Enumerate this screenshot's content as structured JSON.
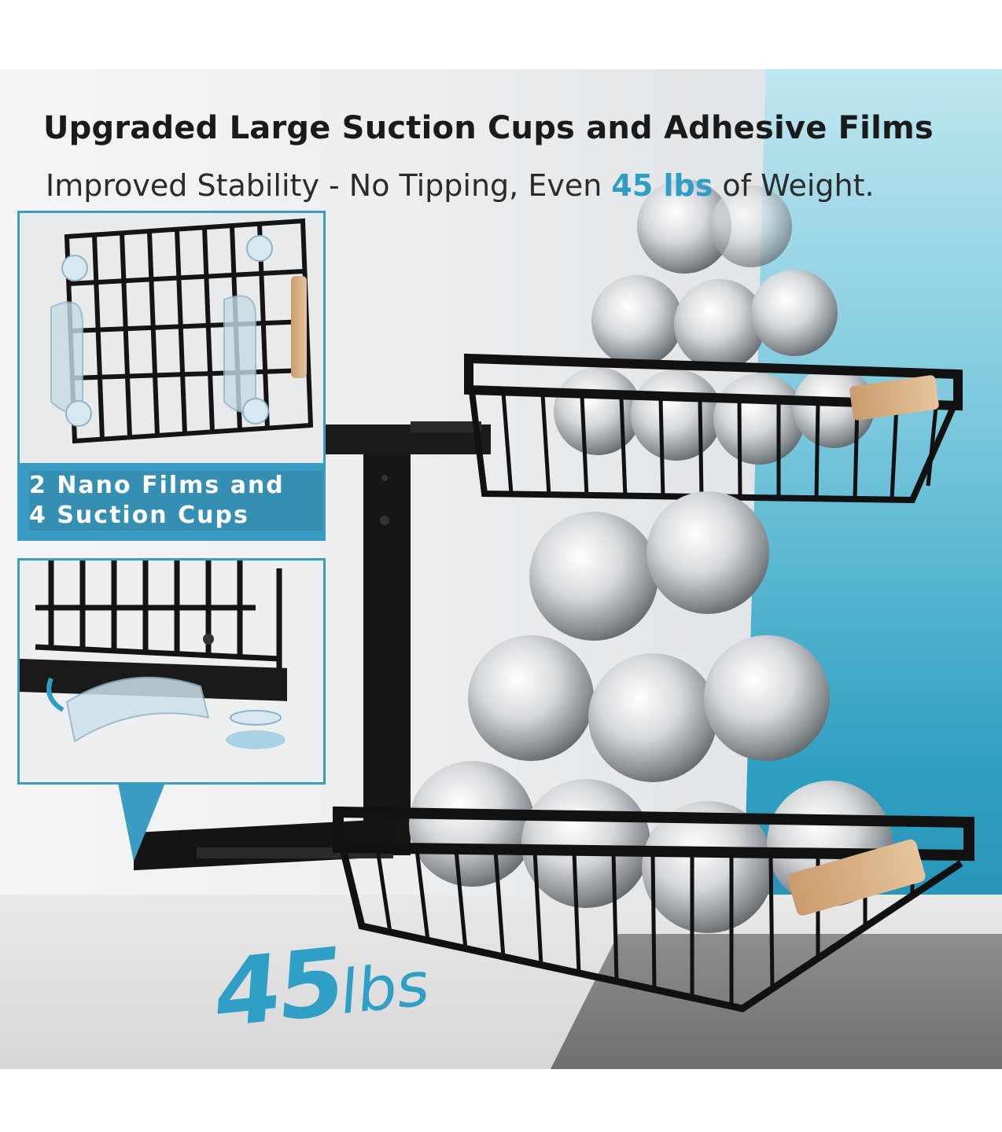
{
  "headline": "Upgraded Large Suction Cups and Adhesive Films",
  "subline": {
    "before": "Improved Stability - No Tipping, Even ",
    "accent": "45 lbs",
    "after": " of Weight."
  },
  "inset_caption": {
    "line1": "2 Nano Films and",
    "line2": "4 Suction Cups"
  },
  "capacity_badge": {
    "value": "45",
    "unit": "lbs"
  },
  "colors": {
    "accent_blue": "#3a9cc2",
    "headline_text": "#1a1a1a",
    "rack_black": "#151515",
    "wood": "#d9b48a"
  }
}
